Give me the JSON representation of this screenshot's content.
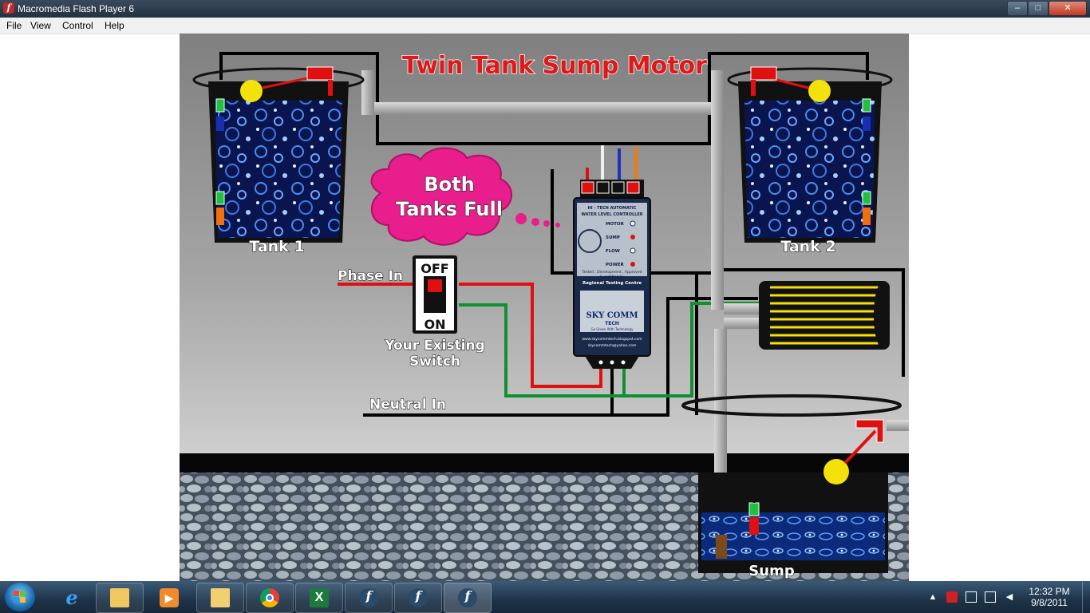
{
  "window": {
    "title": "Macromedia Flash Player 6",
    "app_icon_glyph": "f",
    "controls": {
      "minimize": "–",
      "maximize": "□",
      "close": "✕"
    }
  },
  "menu": [
    "File",
    "View",
    "Control",
    "Help"
  ],
  "scene": {
    "title": "Twin Tank Sump Motor",
    "tank1_label": "Tank 1",
    "tank2_label": "Tank 2",
    "sump_label": "Sump",
    "status_bubble": [
      "Both",
      "Tanks Full"
    ],
    "phase_in": "Phase In",
    "neutral_in": "Neutral In",
    "switch_off": "OFF",
    "switch_on": "ON",
    "switch_caption": [
      "Your Existing",
      "Switch"
    ],
    "controller": {
      "header": [
        "HI - TECH AUTOMATIC",
        "WATER LEVEL CONTROLLER"
      ],
      "indicators": [
        "MOTOR",
        "SUMP",
        "FLOW",
        "POWER"
      ],
      "maker_lines": [
        "Tested , Development , Approved",
        "& certified by"
      ],
      "testing_centre": "Regional Testing Centre",
      "brand": "SKY COMM",
      "brand_sub": "TECH",
      "brand_tag": "Go Green With Technology",
      "web": "www.skycommtech.blogspot.com",
      "email": "skycommtech@yahoo.com"
    },
    "colors": {
      "background": "#8e8e8e",
      "title": "#e01818",
      "bubble": "#e81e8c",
      "phase_wire": "#e01010",
      "neutral_wire": "#111111",
      "sense_wire": "#109030",
      "water": "#0a1a5c",
      "float_ball": "#f5e10a"
    }
  },
  "taskbar": {
    "start_icon": "windows-orb-icon",
    "pinned": [
      "internet-explorer-icon",
      "windows-explorer-icon",
      "media-player-icon",
      "outlook-icon",
      "chrome-icon",
      "excel-icon",
      "flash-player-icon",
      "flash-player-icon",
      "flash-player-icon"
    ],
    "tray_icons": [
      "show-hidden-icons-arrow",
      "action-center-flag-icon",
      "network-icon",
      "volume-muted-icon"
    ],
    "time": "12:32 PM",
    "date": "9/8/2011"
  }
}
